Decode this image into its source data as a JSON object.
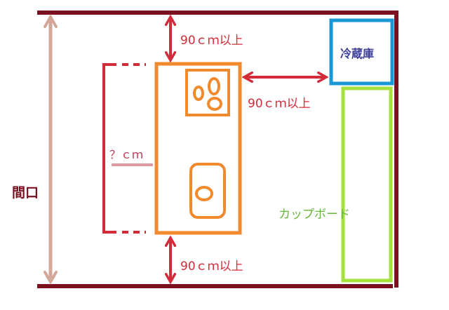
{
  "labels": {
    "frontage": "間口",
    "clearance_top": "90ｃｍ以上",
    "clearance_side": "90ｃｍ以上",
    "clearance_bottom": "90ｃｍ以上",
    "island_length": "？ｃｍ",
    "fridge": "冷蔵庫",
    "cupboard": "カップボード"
  },
  "colors": {
    "wall": "#7a1020",
    "frontage_arrow": "#d3a898",
    "clearance": "#d42b3a",
    "island": "#f08a2c",
    "fridge": "#1a98d5",
    "fridge_text": "#3b3f9a",
    "cupboard": "#a6e03c",
    "cupboard_text": "#66b63a"
  }
}
